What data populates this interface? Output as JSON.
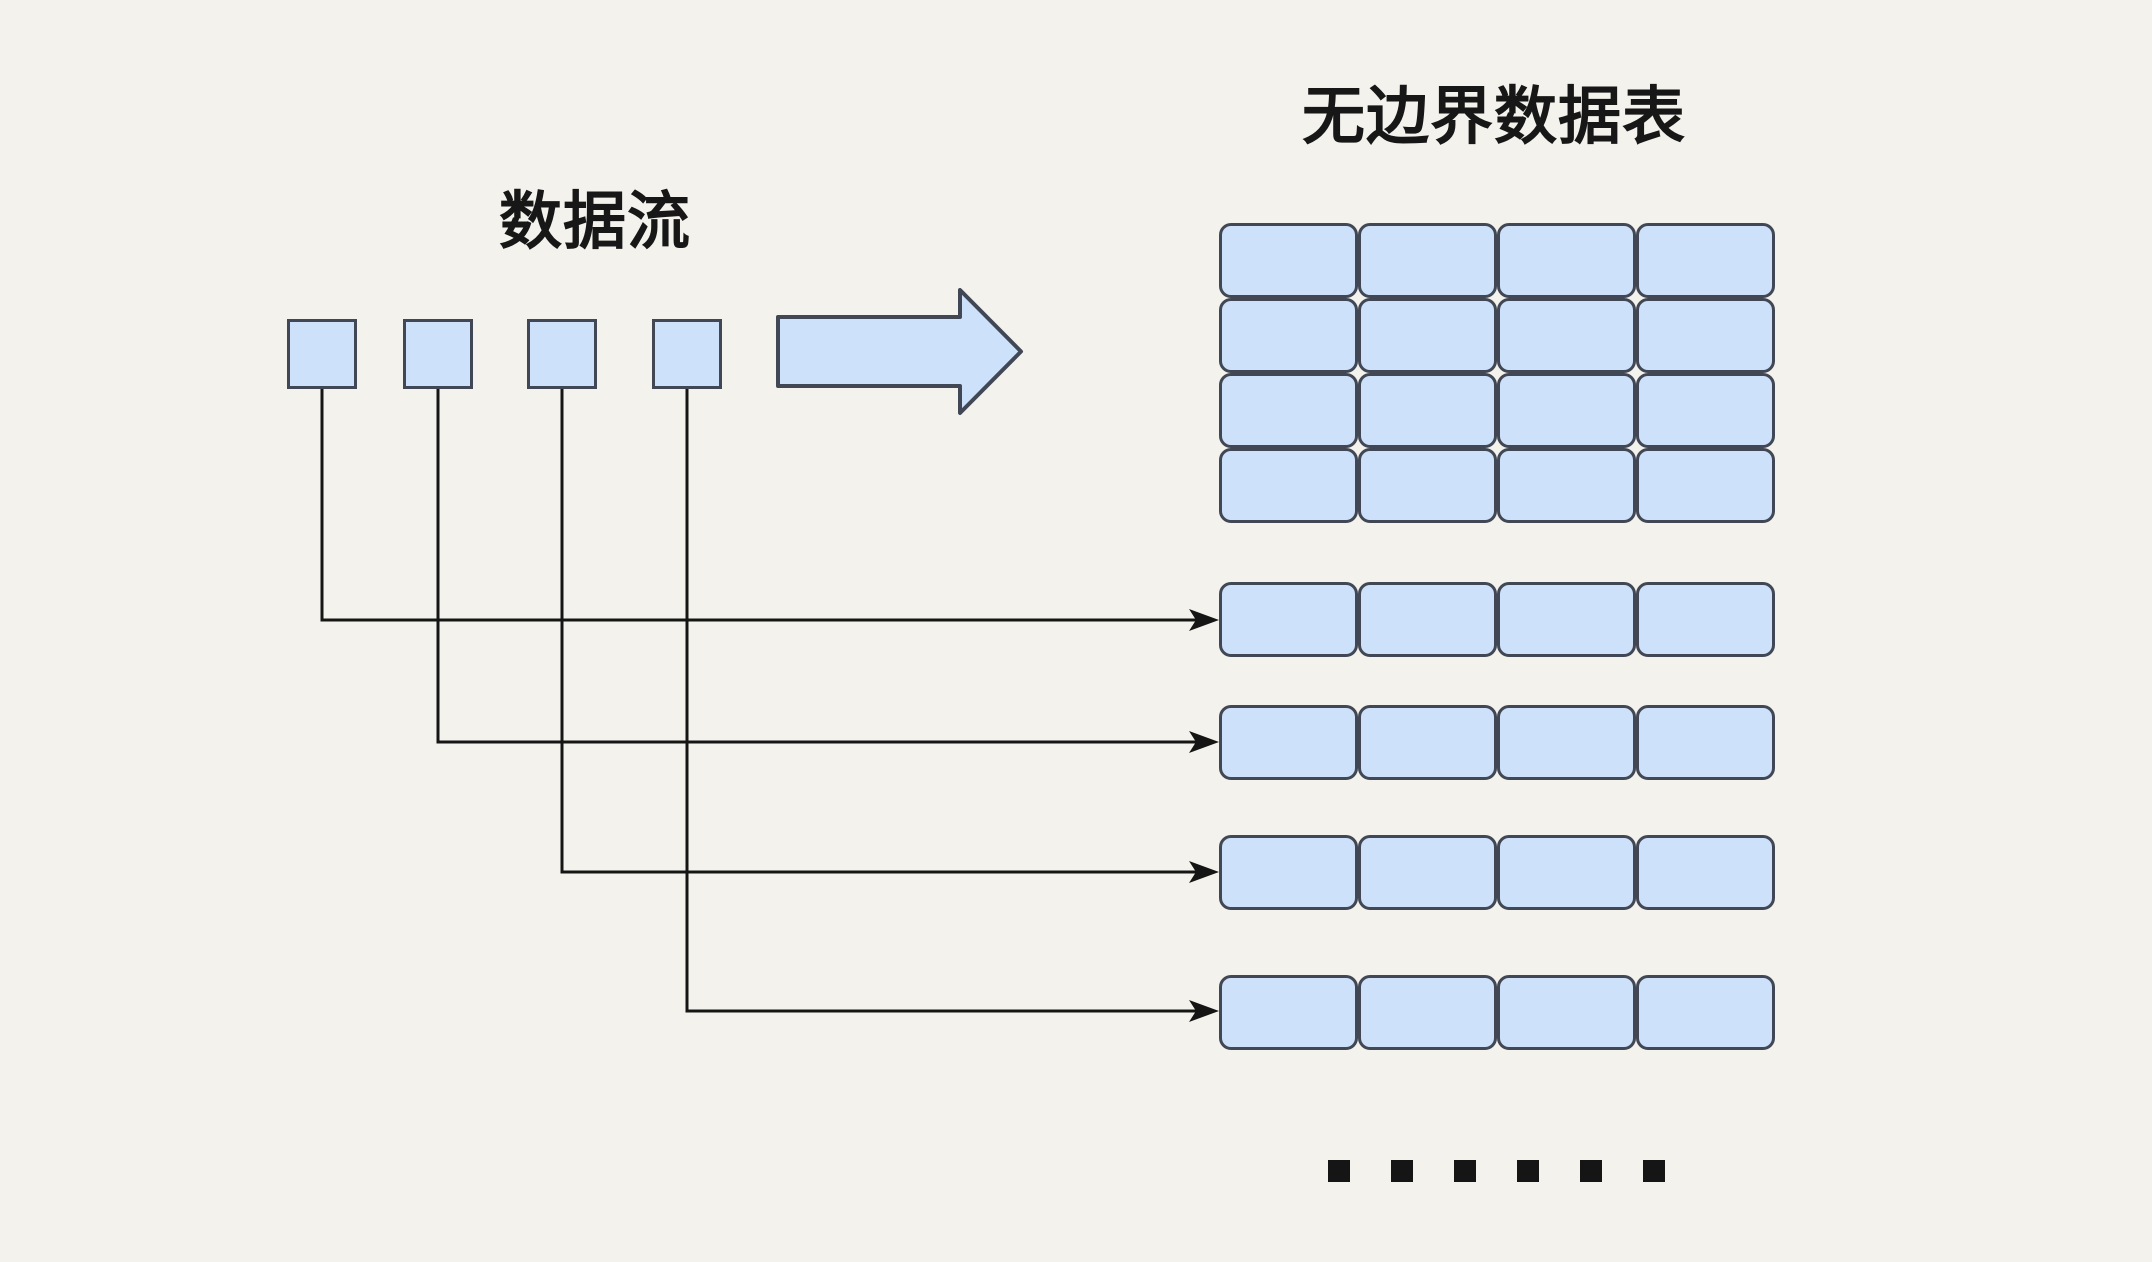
{
  "title": {
    "text": "无边界数据表"
  },
  "stream": {
    "label": "数据流",
    "item_count": 4
  },
  "flow_arrow": {
    "icon": "arrow-right"
  },
  "unbounded_table": {
    "grid": {
      "rows": 4,
      "cols": 4
    },
    "appended_rows": [
      {
        "cols": 4
      },
      {
        "cols": 4
      },
      {
        "cols": 4
      },
      {
        "cols": 4
      }
    ]
  },
  "connectors": [
    {
      "from": "stream-item-1",
      "to": "appended-row-1"
    },
    {
      "from": "stream-item-2",
      "to": "appended-row-2"
    },
    {
      "from": "stream-item-3",
      "to": "appended-row-3"
    },
    {
      "from": "stream-item-4",
      "to": "appended-row-4"
    }
  ],
  "ellipsis": {
    "dot_count": 6
  },
  "colors": {
    "background": "#f3f2ec",
    "shape_fill": "#cde2fa",
    "shape_border": "#414754",
    "line": "#151515",
    "text": "#171717"
  }
}
